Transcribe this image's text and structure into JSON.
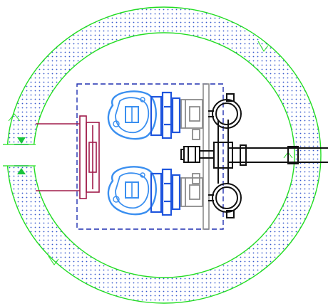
{
  "diagram": {
    "colors": {
      "background": "#ffffff",
      "ring": "#22dd22",
      "ring_dots": "#3355cc",
      "frame": "#1f2fb0",
      "valve": "#3a8ff0",
      "valve_dark": "#1f55dd",
      "flange": "#a01b4a",
      "pipe": "#111111",
      "bracket": "#8a8a8a",
      "marker": "#19c43a"
    },
    "components": {
      "outer_ring": "hatched-annulus",
      "inner_frame": "dashed-rectangle",
      "valves": [
        "valve-upper",
        "valve-lower"
      ],
      "pipe_outlet": "horizontal-pipe-right",
      "flange_inlet": "left-flange",
      "level_markers": [
        "marker-up",
        "marker-down"
      ]
    }
  }
}
